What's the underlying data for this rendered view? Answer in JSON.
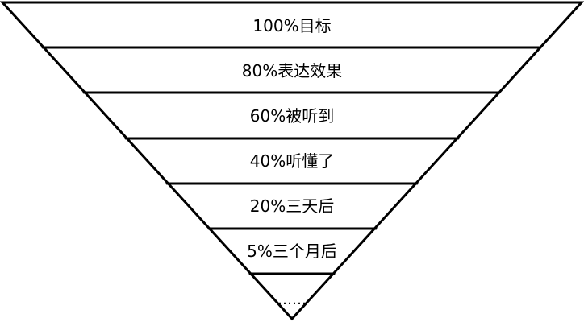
{
  "funnel": {
    "levels": [
      {
        "label": "100%目标"
      },
      {
        "label": "80%表达效果"
      },
      {
        "label": "60%被听到"
      },
      {
        "label": "40%听懂了"
      },
      {
        "label": "20%三天后"
      },
      {
        "label": "5%三个月后"
      },
      {
        "label": "……"
      }
    ]
  }
}
